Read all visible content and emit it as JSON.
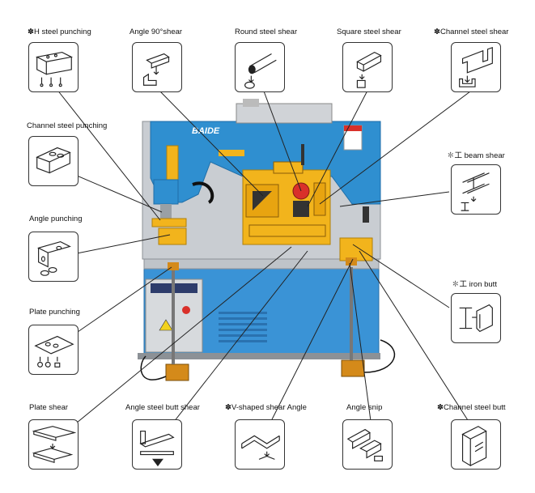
{
  "labels": {
    "h_steel_punching": "✽H steel punching",
    "angle_90_shear": "Angle 90°shear",
    "round_steel_shear": "Round steel shear",
    "square_steel_shear": "Square steel shear",
    "channel_steel_shear": "✽Channel steel shear",
    "channel_steel_punching": "Channel steel punching",
    "i_beam_shear": "✽工 beam shear",
    "angle_punching": "Angle punching",
    "i_iron_butt": "✽工 iron butt",
    "plate_punching": "Plate punching",
    "plate_shear": "Plate shear",
    "angle_steel_butt_shear": "Angle steel butt shear",
    "v_shaped_shear_angle": "✽V-shaped shear Angle",
    "angle_snip": "Angle snip",
    "channel_steel_butt": "✽Channel steel butt"
  },
  "machine": {
    "brand": "BAIDE"
  },
  "colors": {
    "machine_blue": "#2f8fd0",
    "machine_grey": "#c9cdd2",
    "tool_yellow": "#f2b41c",
    "accent_red": "#d9302a",
    "base_blue": "#3a93d6",
    "line": "#222222"
  }
}
